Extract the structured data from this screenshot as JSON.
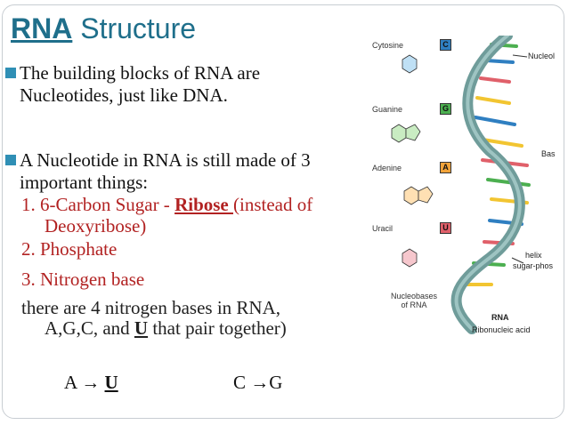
{
  "title": {
    "bold": "RNA",
    "rest": " Structure"
  },
  "bullets": [
    {
      "line1": "The building blocks of RNA are",
      "line2": "Nucleotides, just like DNA."
    },
    {
      "line1": "A Nucleotide in RNA is still made of 3",
      "line2": "important things:"
    }
  ],
  "items": {
    "one_prefix": "1. 6-Carbon Sugar - ",
    "one_ribose": "Ribose ",
    "one_suffix": "(instead of",
    "one_cont": "Deoxyribose)",
    "two": "2. Phosphate",
    "three": "3. Nitrogen base",
    "four_a": "there are 4 nitrogen bases in RNA,",
    "four_b": "A,G,C, and ",
    "four_u": "U",
    "four_c": " that pair together)"
  },
  "pairs": {
    "a_left": "A",
    "a_arrow": "→",
    "a_right": "U",
    "c_left": "C",
    "c_arrow": "→",
    "c_right": "G"
  },
  "figure": {
    "bases": [
      {
        "name": "Cytosine",
        "letter": "C",
        "color": "#2f7fc1"
      },
      {
        "name": "Guanine",
        "letter": "G",
        "color": "#4caf50"
      },
      {
        "name": "Adenine",
        "letter": "A",
        "color": "#f2a33a"
      },
      {
        "name": "Uracil",
        "letter": "U",
        "color": "#e0606a"
      }
    ],
    "caption_line1": "Nucleobases",
    "caption_line2": "of RNA",
    "label_nucleo": "Nucleol",
    "label_bas": "Bas",
    "label_helix1": "helix",
    "label_helix2": "sugar-phos",
    "rna_title": "RNA",
    "rna_sub": "Ribonucleic acid"
  },
  "colors": {
    "title": "#1f6f8b",
    "bullet": "#2f8fb5",
    "accent_red": "#b22222",
    "helix": "#6f9c9a"
  }
}
